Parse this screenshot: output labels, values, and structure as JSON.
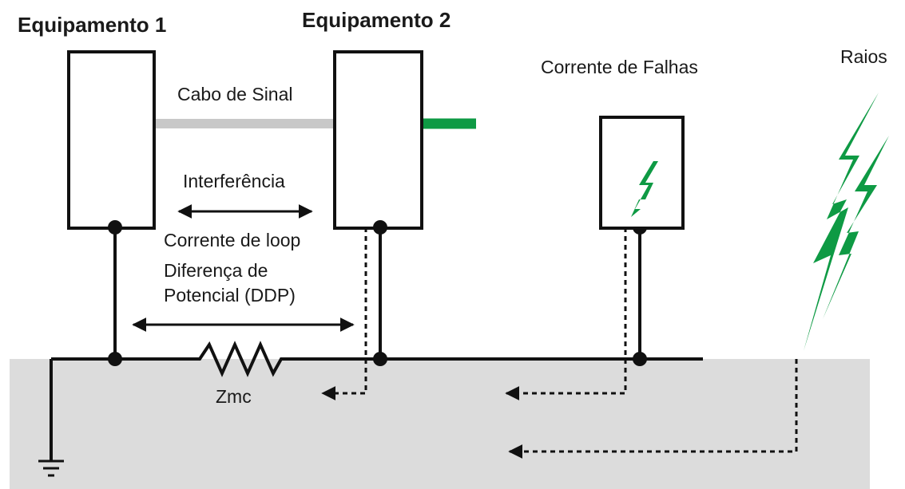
{
  "labels": {
    "equipment_1": "Equipamento 1",
    "equipment_2": "Equipamento 2",
    "signal_cable": "Cabo de Sinal",
    "interference": "Interferência",
    "loop_current": "Corrente de loop",
    "potential_difference_line1": "Diferença de",
    "potential_difference_line2": "Potencial (DDP)",
    "impedance": "Zmc",
    "fault_current": "Corrente de Falhas",
    "lightning": "Raios"
  },
  "colors": {
    "ground_fill": "#dcdcdc",
    "signal_cable": "#c8c8c8",
    "accent_green": "#0e9a44",
    "line": "#111111"
  }
}
